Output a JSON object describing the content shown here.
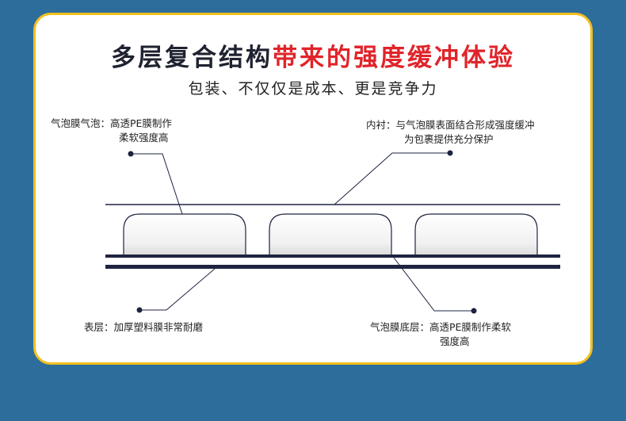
{
  "title": {
    "part1": "多层复合结构",
    "part2": "带来的强度缓冲体验"
  },
  "subtitle": "包装、不仅仅是成本、更是竞争力",
  "labels": {
    "bubble_film": {
      "line1": "气泡膜气泡：高透PE膜制作",
      "line2": "柔软强度高"
    },
    "inner_lining": {
      "line1": "内衬：与气泡膜表面结合形成强度缓冲",
      "line2": "为包裹提供充分保护"
    },
    "surface_layer": {
      "line1": "表层：加厚塑料膜非常耐磨"
    },
    "base_layer": {
      "line1": "气泡膜底层：高透PE膜制作柔软",
      "line2": "强度高"
    }
  },
  "colors": {
    "background": "#2c6d9c",
    "border": "#f2c01e",
    "accent_red": "#e0242a",
    "line_dark": "#1e2340"
  }
}
